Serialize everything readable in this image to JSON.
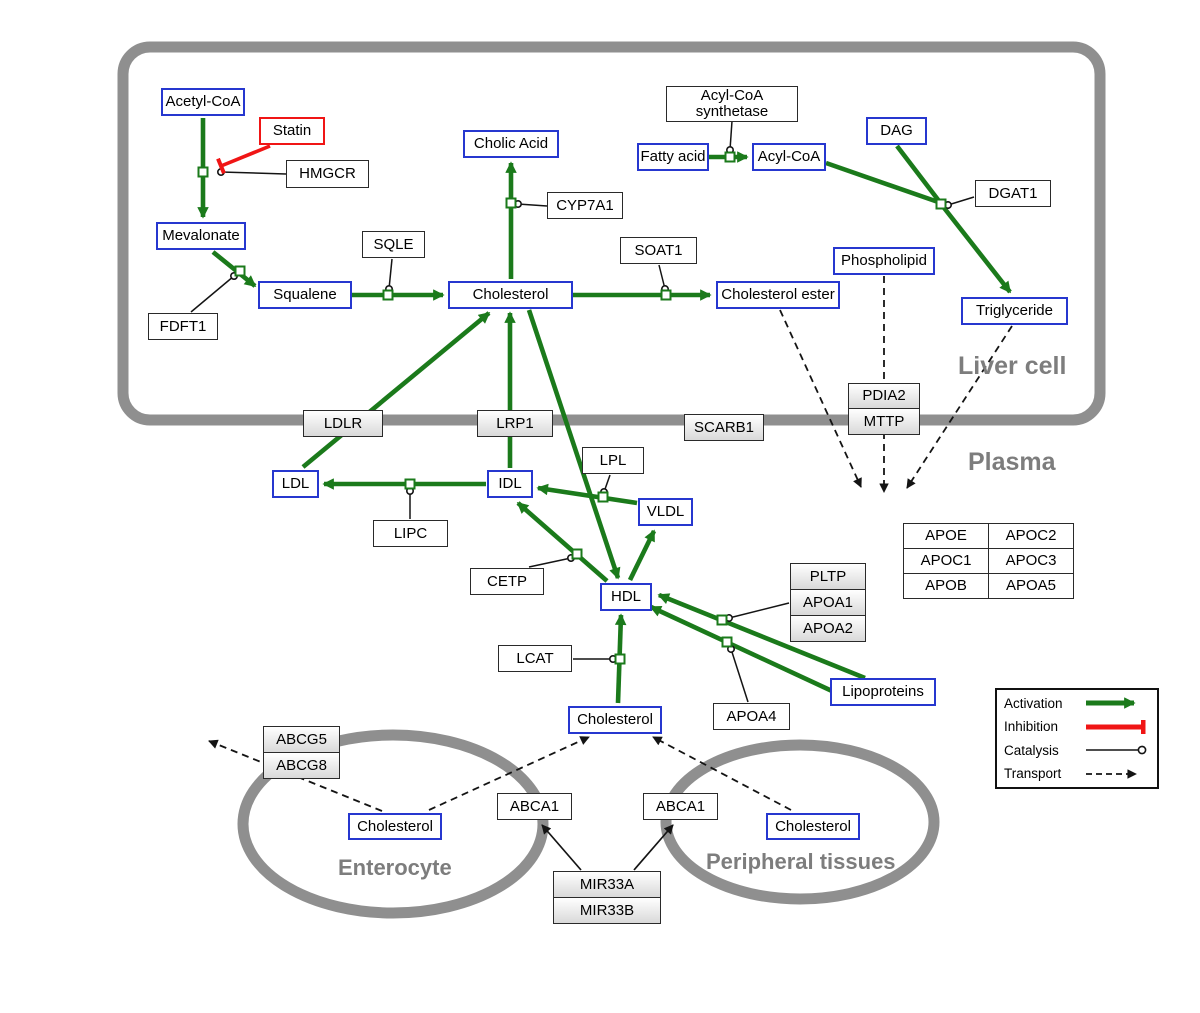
{
  "regions": {
    "liver": "Liver cell",
    "plasma": "Plasma",
    "enterocyte": "Enterocyte",
    "peripheral": "Peripheral tissues"
  },
  "nodes": {
    "acetyl_coa": "Acetyl-CoA",
    "statin": "Statin",
    "hmgcr": "HMGCR",
    "mevalonate": "Mevalonate",
    "fdft1": "FDFT1",
    "squalene": "Squalene",
    "sqle": "SQLE",
    "cholic_acid": "Cholic Acid",
    "cyp7a1": "CYP7A1",
    "cholesterol_liver": "Cholesterol",
    "soat1": "SOAT1",
    "cholesterol_ester": "Cholesterol ester",
    "fatty_acid": "Fatty acid",
    "acs_line1": "Acyl-CoA",
    "acs_line2": "synthetase",
    "acyl_coa": "Acyl-CoA",
    "dag": "DAG",
    "dgat1": "DGAT1",
    "phospholipid": "Phospholipid",
    "triglyceride": "Triglyceride",
    "ldlr": "LDLR",
    "lrp1": "LRP1",
    "scarb1": "SCARB1",
    "pdia2": "PDIA2",
    "mttp": "MTTP",
    "ldl": "LDL",
    "idl": "IDL",
    "lipc": "LIPC",
    "lpl": "LPL",
    "vldl": "VLDL",
    "cetp": "CETP",
    "hdl": "HDL",
    "pltp": "PLTP",
    "apoa1": "APOA1",
    "apoa2": "APOA2",
    "lcat": "LCAT",
    "apoa4": "APOA4",
    "lipoproteins": "Lipoproteins",
    "cholesterol_plasma": "Cholesterol",
    "abcg5": "ABCG5",
    "abcg8": "ABCG8",
    "cholesterol_enterocyte": "Cholesterol",
    "abca1_left": "ABCA1",
    "abca1_right": "ABCA1",
    "cholesterol_peripheral": "Cholesterol",
    "mir33a": "MIR33A",
    "mir33b": "MIR33B"
  },
  "apo_table": {
    "r1c1": "APOE",
    "r1c2": "APOC2",
    "r2c1": "APOC1",
    "r2c2": "APOC3",
    "r3c1": "APOB",
    "r3c2": "APOA5"
  },
  "legend": {
    "activation": "Activation",
    "inhibition": "Inhibition",
    "catalysis": "Catalysis",
    "transport": "Transport"
  },
  "colors": {
    "activation_green": "#1b7a1b",
    "inhibition_red": "#f01515",
    "metabolite_border_blue": "#2637cf",
    "membrane_gray": "#8f8f8f"
  }
}
